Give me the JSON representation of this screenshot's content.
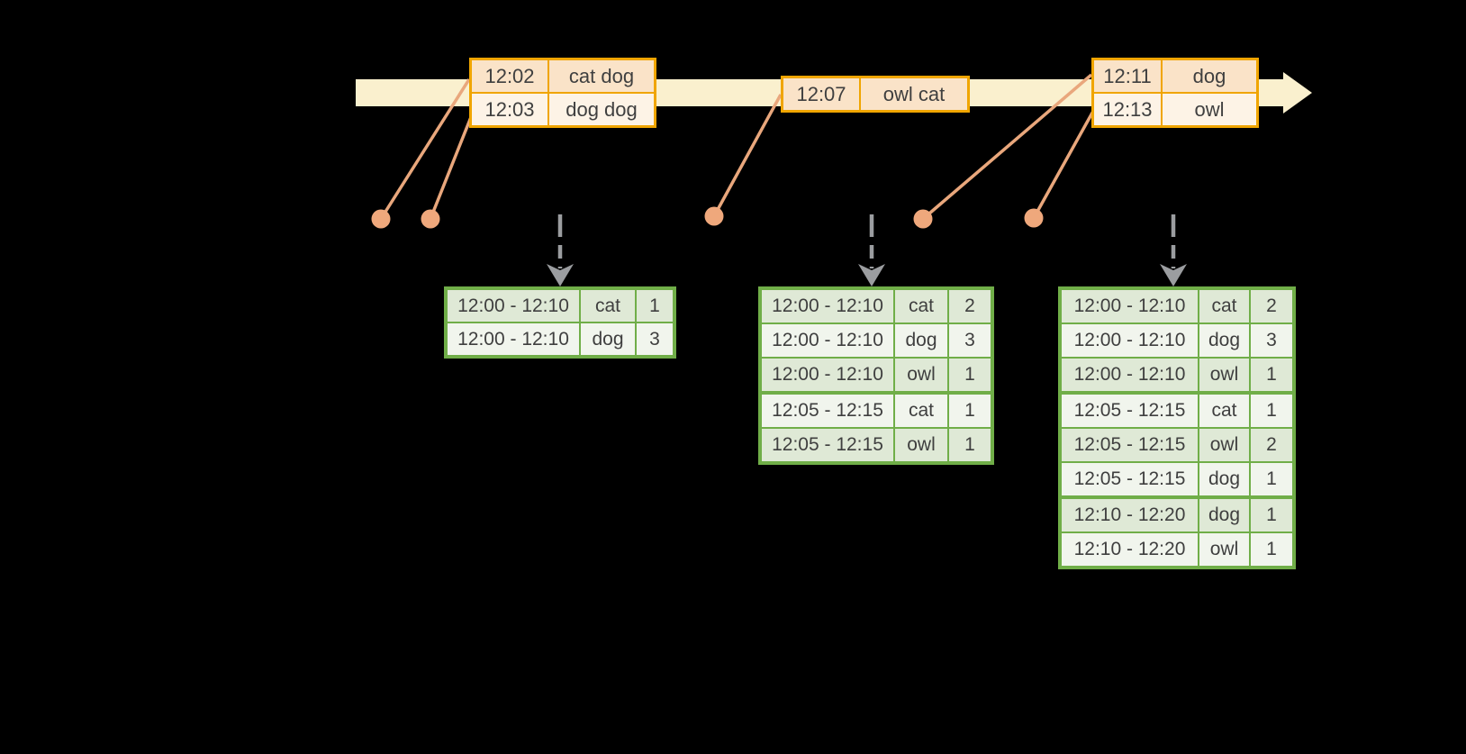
{
  "palette": {
    "background": "#000000",
    "timeline_fill": "#FAF0CE",
    "event_border": "#F0A500",
    "event_row_dark": "#FAE3C8",
    "event_row_light": "#FDF3E6",
    "connector": "#E9A77C",
    "dot": "#EFA87C",
    "trigger_arrow": "#9B9DA0",
    "result_border": "#70AE48",
    "result_row_dark": "#DFE9D6",
    "result_row_light": "#F1F5ED",
    "text": "#3F3F3F"
  },
  "event_tables": [
    {
      "rows": [
        {
          "time": "12:02",
          "words": "cat dog"
        },
        {
          "time": "12:03",
          "words": "dog dog"
        }
      ]
    },
    {
      "rows": [
        {
          "time": "12:07",
          "words": "owl cat"
        }
      ]
    },
    {
      "rows": [
        {
          "time": "12:11",
          "words": "dog"
        },
        {
          "time": "12:13",
          "words": "owl"
        }
      ]
    }
  ],
  "result_tables": [
    {
      "group_breaks": [],
      "rows": [
        {
          "window": "12:00 - 12:10",
          "word": "cat",
          "count": "1"
        },
        {
          "window": "12:00 - 12:10",
          "word": "dog",
          "count": "3"
        }
      ]
    },
    {
      "group_breaks": [
        3
      ],
      "rows": [
        {
          "window": "12:00 - 12:10",
          "word": "cat",
          "count": "2"
        },
        {
          "window": "12:00 - 12:10",
          "word": "dog",
          "count": "3"
        },
        {
          "window": "12:00 - 12:10",
          "word": "owl",
          "count": "1"
        },
        {
          "window": "12:05 - 12:15",
          "word": "cat",
          "count": "1"
        },
        {
          "window": "12:05 - 12:15",
          "word": "owl",
          "count": "1"
        }
      ]
    },
    {
      "group_breaks": [
        3,
        6
      ],
      "rows": [
        {
          "window": "12:00 - 12:10",
          "word": "cat",
          "count": "2"
        },
        {
          "window": "12:00 - 12:10",
          "word": "dog",
          "count": "3"
        },
        {
          "window": "12:00 - 12:10",
          "word": "owl",
          "count": "1"
        },
        {
          "window": "12:05 - 12:15",
          "word": "cat",
          "count": "1"
        },
        {
          "window": "12:05 - 12:15",
          "word": "owl",
          "count": "2"
        },
        {
          "window": "12:05 - 12:15",
          "word": "dog",
          "count": "1"
        },
        {
          "window": "12:10 - 12:20",
          "word": "dog",
          "count": "1"
        },
        {
          "window": "12:10 - 12:20",
          "word": "owl",
          "count": "1"
        }
      ]
    }
  ]
}
